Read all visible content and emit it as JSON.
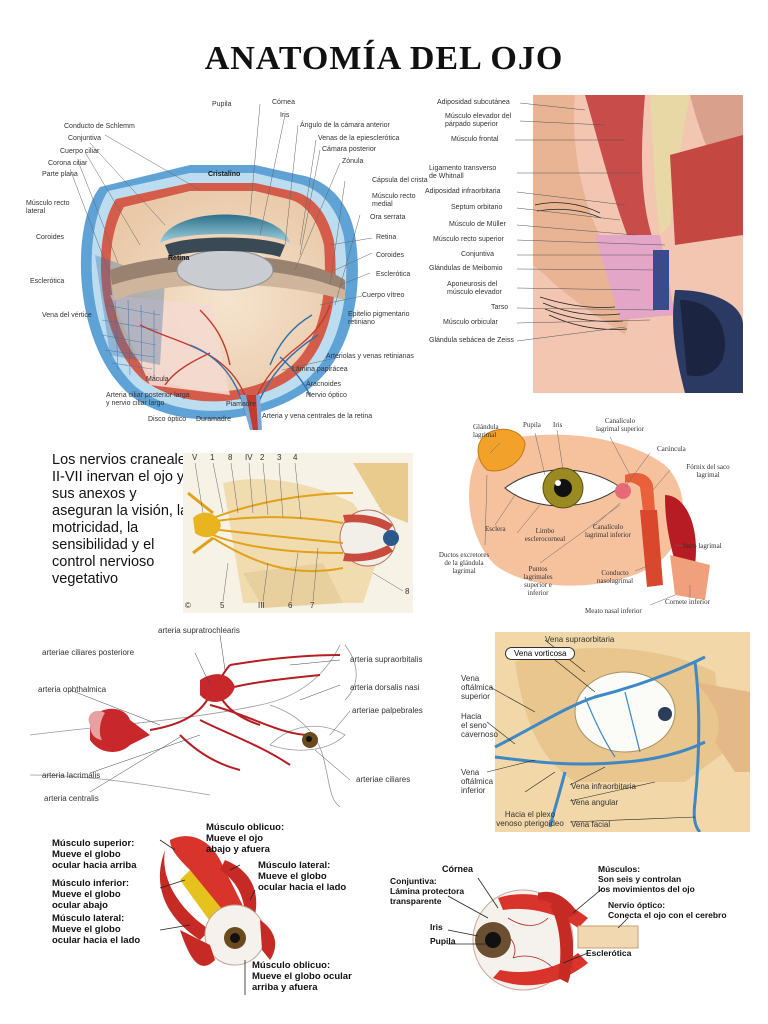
{
  "title": "ANATOMÍA DEL OJO",
  "panel1": {
    "labels": {
      "pupila": "Pupila",
      "cornea": "Córnea",
      "iris": "Iris",
      "schlemm": "Conducto de Schlemm",
      "angulo": "Ángulo de la cámara anterior",
      "conjuntiva": "Conjuntiva",
      "venas_episclera": "Venas de la epiesclerótica",
      "cuerpo_ciliar": "Cuerpo ciliar",
      "camara_posterior": "Cámara posterior",
      "corona_ciliar": "Corona ciliar",
      "zonula": "Zónula",
      "parte_plana": "Parte plana",
      "cristalino": "Cristalino",
      "capsula": "Cápsula del crista",
      "recto_lateral": "Músculo recto\nlateral",
      "recto_medial": "Músculo recto\nmedial",
      "ora_serrata": "Ora serrata",
      "coroides_l": "Coroides",
      "retina_r": "Retina",
      "retina_in": "Retina",
      "coroides_r": "Coroides",
      "esclerotica_l": "Esclerótica",
      "esclerotica_r": "Esclerótica",
      "cuerpo_vitreo": "Cuerpo vítreo",
      "vena_vertice": "Vena del vértice",
      "epitelio": "Epitelio pigmentario\nretiniano",
      "arteriolas": "Arteriolas y venas retinianas",
      "lamina": "Lámina papirácea",
      "macula": "Mácula",
      "aracnoides": "Aracnoides",
      "arteria_ciliar": "Arteria ciliar posterior larga\ny nervio ciliar largo",
      "nervio_optico": "Nervio óptico",
      "piamadre": "Piamadre",
      "disco_optico": "Disco óptico",
      "duramadre": "Duramadre",
      "arteria_vena_central": "Arteria y vena centrales de la retina"
    }
  },
  "panel2": {
    "labels": {
      "adiposidad_sub": "Adiposidad subcutánea",
      "elevador": "Músculo elevador del\npárpado superior",
      "frontal": "Músculo frontal",
      "whitnall": "Ligamento transverso\nde Whitnall",
      "adiposidad_infra": "Adiposidad infraorbitaria",
      "septum": "Septum orbitario",
      "muller": "Músculo de Müller",
      "recto_superior": "Músculo recto superior",
      "conjuntiva": "Conjuntiva",
      "meibomio": "Glándulas de Meibomio",
      "aponeurosis": "Aponeurosis del\nmúsculo elevador",
      "tarso": "Tarso",
      "orbicular": "Músculo orbicular",
      "zeiss": "Glándula sebácea de Zeiss"
    }
  },
  "panel3": {
    "text": "Los nervios craneales II-VII inervan el ojo y sus anexos y aseguran la visión, la motricidad, la sensibilidad y el control nervioso vegetativo",
    "top_numbers": [
      "V",
      "1",
      "8",
      "IV",
      "2",
      "3",
      "4"
    ],
    "bottom_numbers": [
      "5",
      "III",
      "6",
      "7"
    ],
    "side_number": "8",
    "corner": "©"
  },
  "panel4": {
    "labels": {
      "glandula": "Glándula\nlagrimal",
      "pupila": "Pupila",
      "iris": "Iris",
      "canaliculo_sup": "Canalículo\nlagrimal superior",
      "caruncula": "Carúncula",
      "fornix": "Fórnix del saco\nlagrimal",
      "esclera": "Esclera",
      "limbo": "Limbo\nesclerocorneal",
      "canaliculo_inf": "Canalículo\nlagrimal inferior",
      "saco": "Saco lagrimal",
      "ductos": "Ductos excretores\nde la glándula\nlagrimal",
      "puntos": "Puntos\nlagrimales\nsuperior e\ninferior",
      "conducto": "Conducto\nnasolagrimal",
      "cornete": "Cornete inferior",
      "meato": "Meato nasal inferior"
    }
  },
  "panel5": {
    "labels": {
      "supratrochlearis": "arteria supratrochlearis",
      "ciliares_post": "arteriae ciliares posteriore",
      "supraorbitalis": "arteria supraorbitalis",
      "ophthalmica": "arteria ophthalmica",
      "dorsalis": "arteria dorsalis nasi",
      "palpebrales": "arteriae palpebrales",
      "lacrimalis": "arteria lacrimalis",
      "ciliares": "arteriae ciliares",
      "centralis": "arteria centralis"
    }
  },
  "panel6": {
    "labels": {
      "supraorbitaria": "Vena supraorbitaria",
      "vorticosa": "Vena vorticosa",
      "oft_sup": "Vena\noftálmica\nsuperior",
      "seno": "Hacia\nel seno\ncavernoso",
      "oft_inf": "Vena\noftálmica\ninferior",
      "infraorbitaria": "Vena infraorbitaria",
      "angular": "Vena angular",
      "plexo": "Hacia el plexo\nvenoso pterigoideo",
      "facial": "Vena facial"
    }
  },
  "panel7": {
    "superior": "Músculo superior:\nMueve el globo\nocular hacia arriba",
    "inferior": "Músculo inferior:\nMueve el globo\nocular abajo",
    "lateral_left": "Músculo lateral:\nMueve el globo\nocular hacia el lado",
    "oblicuo_top": "Músculo oblicuo:\nMueve el ojo\nabajo y afuera",
    "lateral_right": "Músculo lateral:\nMueve el globo\nocular hacia el lado",
    "oblicuo_bottom": "Músculo oblicuo:\nMueve el globo ocular\narriba y afuera"
  },
  "panel8": {
    "cornea": "Córnea",
    "conjuntiva": "Conjuntiva:\nLámina protectora\ntransparente",
    "iris": "Iris",
    "pupila": "Pupila",
    "musculos": "Músculos:\nSon seis y controlan\nlos movimientos del ojo",
    "nervio": "Nervio óptico:\nConecta el ojo con el cerebro",
    "esclerotica": "Esclerótica"
  }
}
